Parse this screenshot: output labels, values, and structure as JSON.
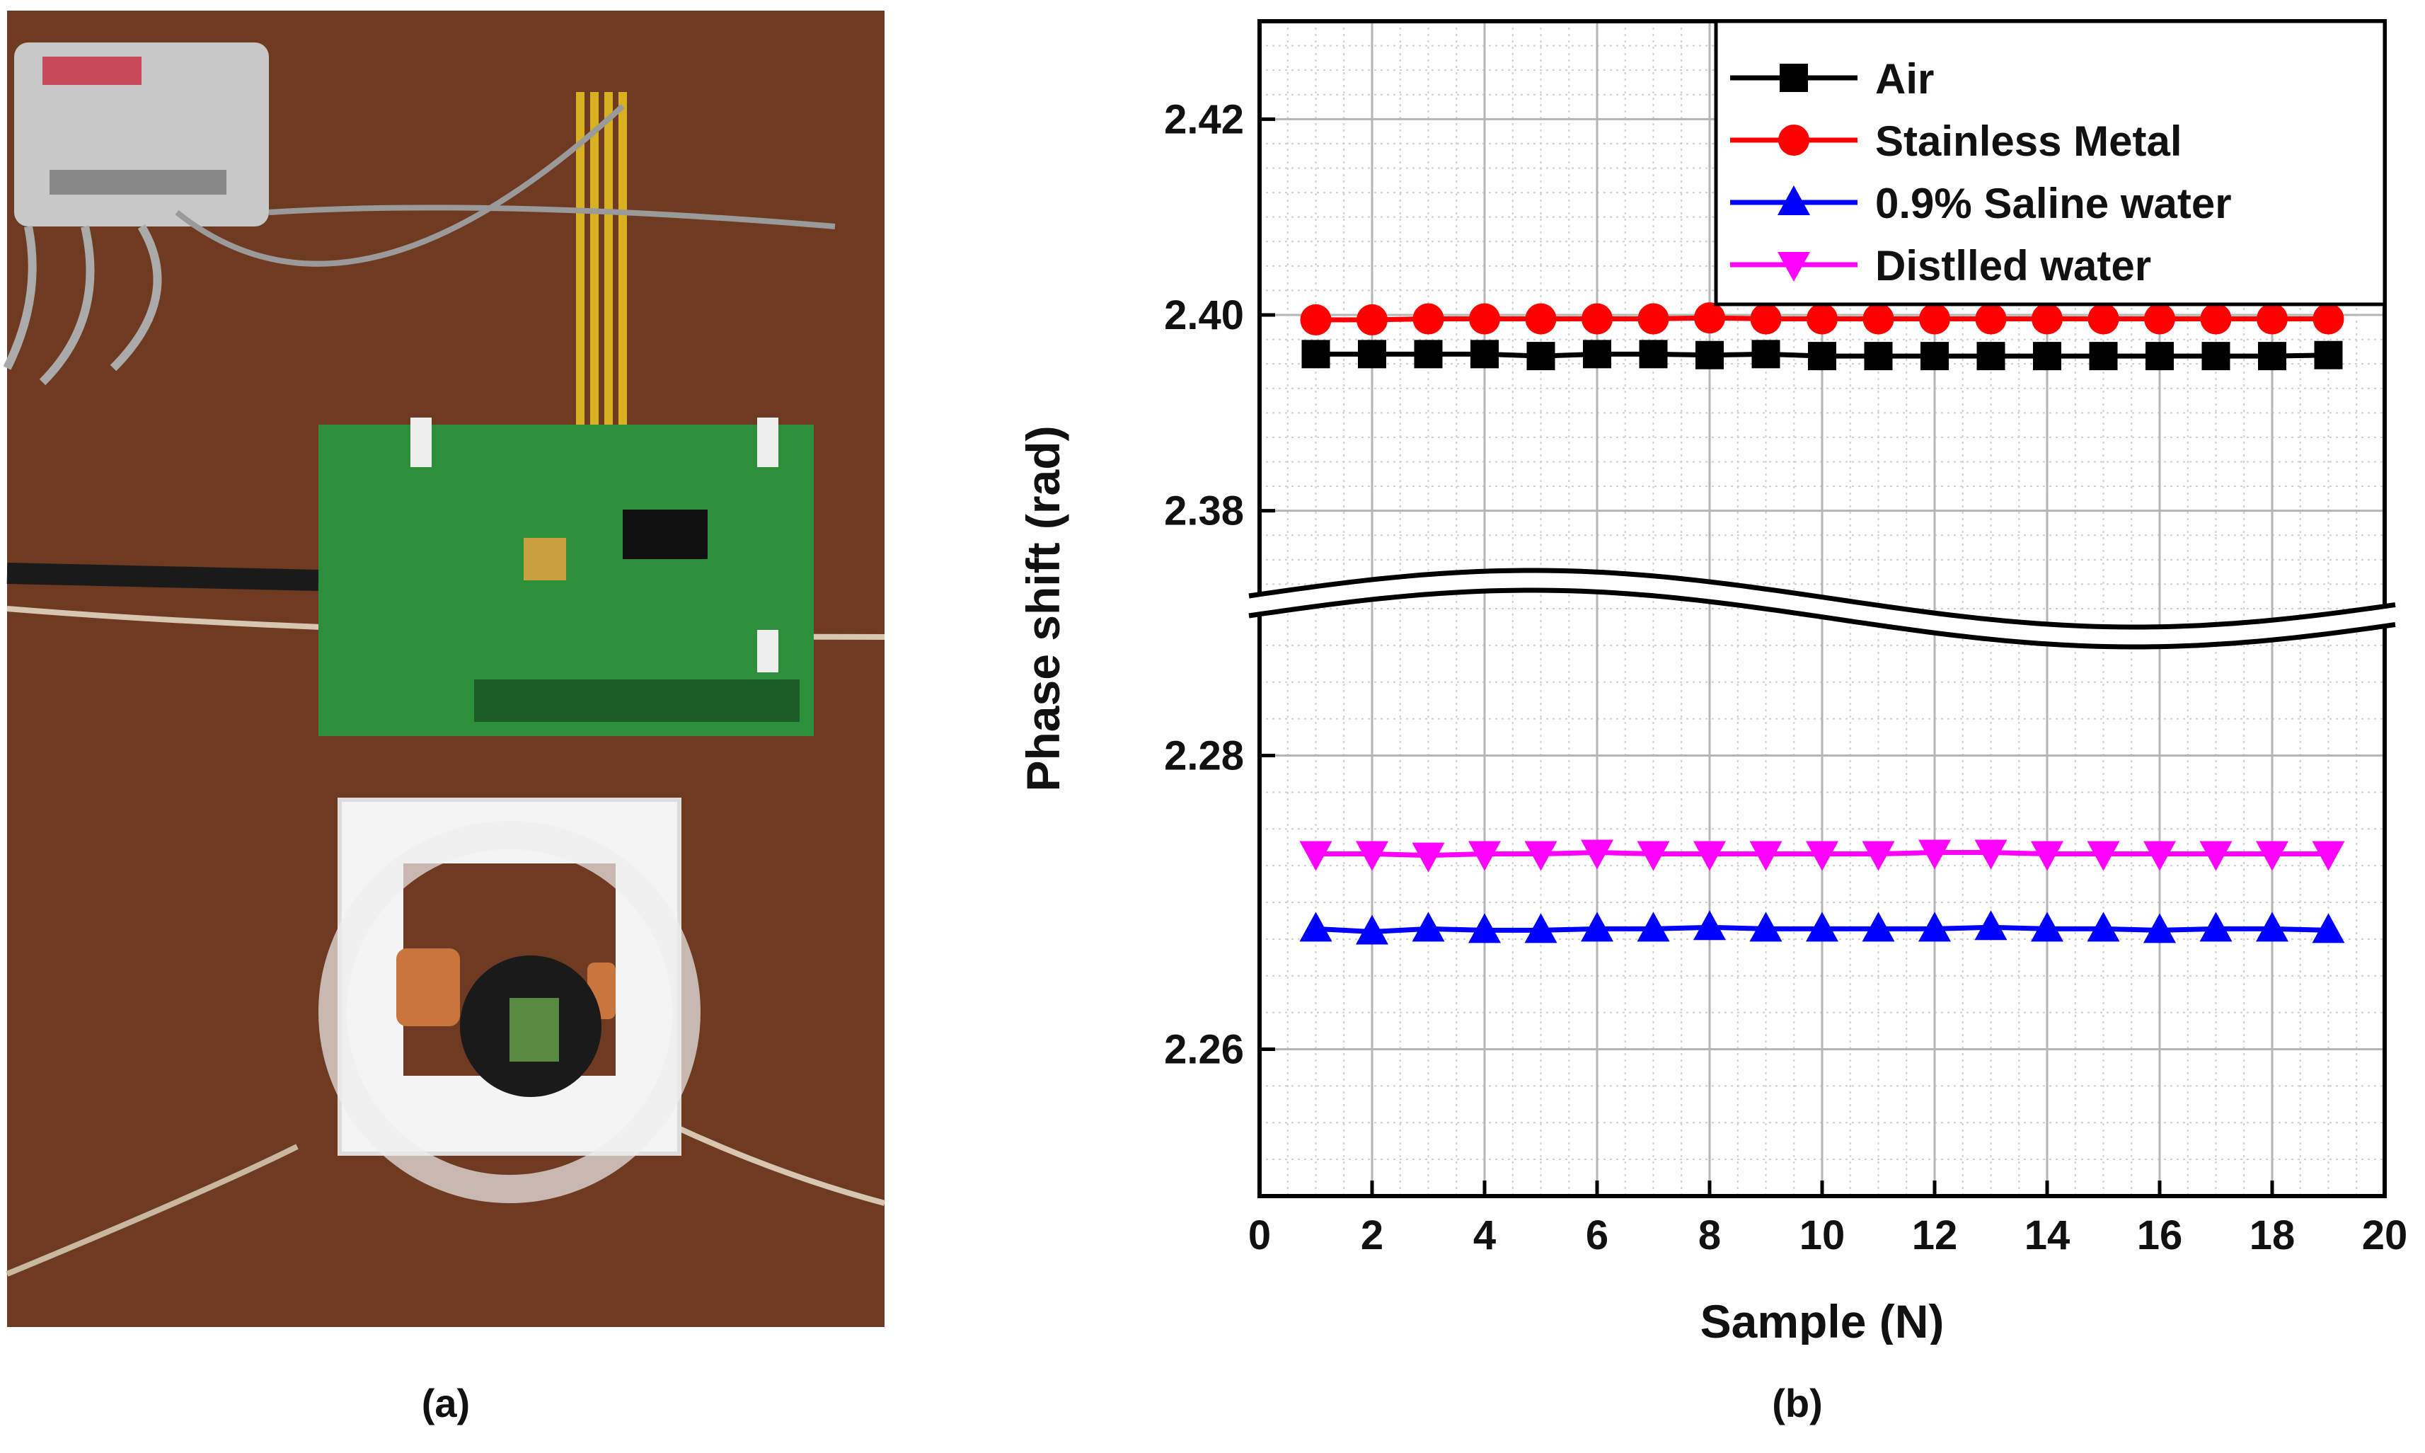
{
  "panels": {
    "a_label": "(a)",
    "b_label": "(b)"
  },
  "photo": {
    "subject": "photo-of-circuit-board-and-coil-sensor-setup",
    "colors": {
      "table": "#6b3a22",
      "board": "#2e8f3a",
      "copper": "#c8763e",
      "holder": "#f4f4f4"
    }
  },
  "chart_data": {
    "type": "line",
    "xlabel": "Sample (N)",
    "ylabel": "Phase shift (rad)",
    "xlim": [
      0,
      20
    ],
    "xticks": [
      "0",
      "2",
      "4",
      "6",
      "8",
      "10",
      "12",
      "14",
      "16",
      "18",
      "20"
    ],
    "y_segments": [
      {
        "ylim": [
          2.37,
          2.43
        ],
        "ticks": [
          "2.38",
          "2.40",
          "2.42"
        ]
      },
      {
        "ylim": [
          2.25,
          2.29
        ],
        "ticks": [
          "2.26",
          "2.28"
        ]
      }
    ],
    "axis_break": true,
    "grid": true,
    "legend_position": "top-right",
    "x": [
      1,
      2,
      3,
      4,
      5,
      6,
      7,
      8,
      9,
      10,
      11,
      12,
      13,
      14,
      15,
      16,
      17,
      18,
      19
    ],
    "series": [
      {
        "name": "Air",
        "color": "#000000",
        "marker": "square",
        "values": [
          2.396,
          2.396,
          2.396,
          2.396,
          2.3958,
          2.396,
          2.396,
          2.3959,
          2.396,
          2.3958,
          2.3958,
          2.3958,
          2.3958,
          2.3958,
          2.3958,
          2.3958,
          2.3958,
          2.3958,
          2.3959
        ]
      },
      {
        "name": "Stainless Metal",
        "color": "#ff0000",
        "marker": "circle",
        "values": [
          2.3995,
          2.3995,
          2.3996,
          2.3996,
          2.3996,
          2.3996,
          2.3996,
          2.3997,
          2.3996,
          2.3996,
          2.3996,
          2.3996,
          2.3996,
          2.3996,
          2.3996,
          2.3996,
          2.3996,
          2.3996,
          2.3996
        ]
      },
      {
        "name": "0.9% Saline water",
        "color": "#0000ff",
        "marker": "triangle-up",
        "values": [
          2.2682,
          2.268,
          2.2682,
          2.2681,
          2.2681,
          2.2682,
          2.2682,
          2.2683,
          2.2682,
          2.2682,
          2.2682,
          2.2682,
          2.2683,
          2.2682,
          2.2682,
          2.2681,
          2.2682,
          2.2682,
          2.2681
        ]
      },
      {
        "name": "Distlled water",
        "color": "#ff00ff",
        "marker": "triangle-down",
        "values": [
          2.2733,
          2.2733,
          2.2732,
          2.2733,
          2.2733,
          2.2734,
          2.2733,
          2.2733,
          2.2733,
          2.2733,
          2.2733,
          2.2734,
          2.2734,
          2.2733,
          2.2733,
          2.2733,
          2.2733,
          2.2733,
          2.2733
        ]
      }
    ]
  }
}
